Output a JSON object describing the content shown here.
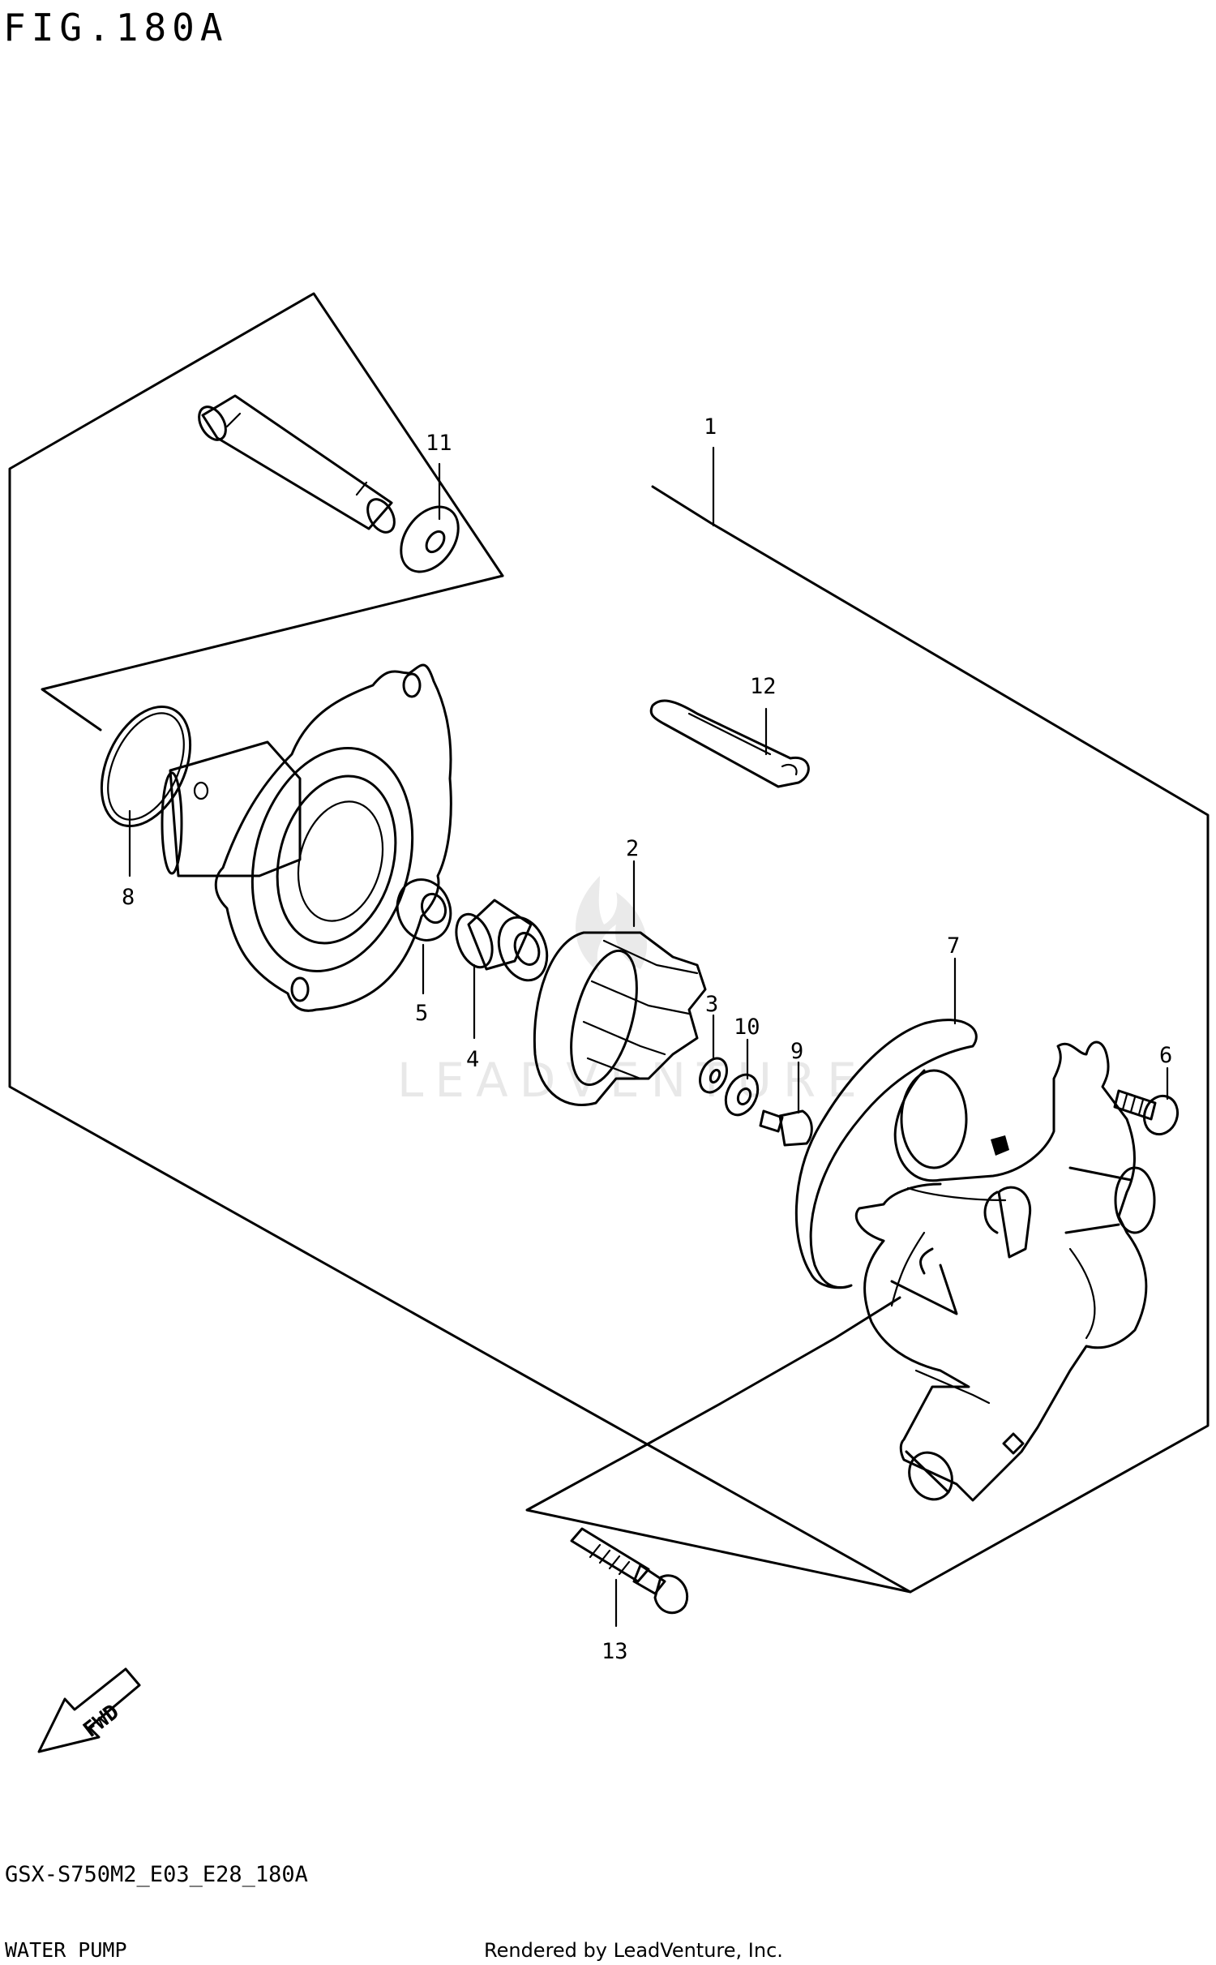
{
  "figure": {
    "title": "FIG.180A",
    "code": "GSX-S750M2_E03_E28_180A",
    "name": "WATER PUMP",
    "credit": "Rendered by LeadVenture, Inc.",
    "watermark": "LEADVENTURE",
    "fwd_label": "FWD"
  },
  "callouts": [
    "1",
    "2",
    "3",
    "4",
    "5",
    "6",
    "7",
    "8",
    "9",
    "10",
    "11",
    "12",
    "13"
  ]
}
